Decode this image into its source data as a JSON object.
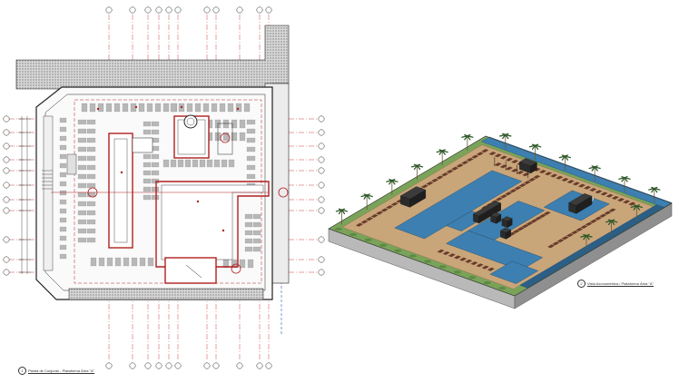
{
  "drawings": [
    {
      "number": "1",
      "caption": "Planta de Conjunto - Plataforma Área \"A\""
    },
    {
      "number": "2",
      "caption": "Vista Axonométrica / Plataforma Área \"A\""
    }
  ],
  "colors": {
    "line": "#222222",
    "grid_axis": "#d04040",
    "wall_red": "#b02020",
    "furniture": "#b8b8b8",
    "pool": "#3d7fb0",
    "pool_dark": "#2c5f86",
    "deck": "#c9a57a",
    "lounger": "#6b3a2a",
    "grass": "#7aa35a",
    "palm": "#2f5a2a",
    "concrete": "#9a9a9a"
  }
}
